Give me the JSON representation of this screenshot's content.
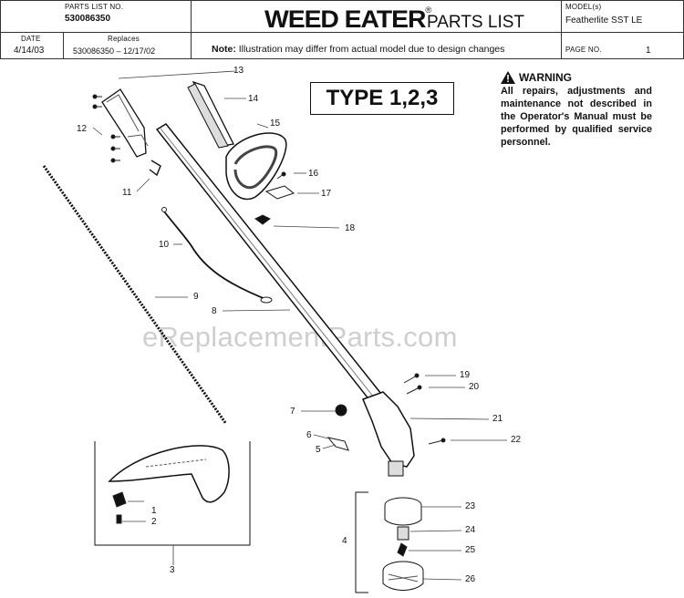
{
  "header": {
    "parts_list_no_label": "PARTS LIST NO.",
    "parts_list_no": "530086350",
    "brand": "WEED EATER",
    "brand_mark": "®",
    "doc_title": "PARTS LIST",
    "model_label": "MODEL(s)",
    "model": "Featherlite SST LE",
    "date_label": "DATE",
    "date": "4/14/03",
    "replaces_label": "Replaces",
    "replaces": "530086350 – 12/17/02",
    "note_label": "Note:",
    "note_text": "Illustration may differ from actual model due to design changes",
    "page_label": "PAGE   NO.",
    "page_no": "1"
  },
  "type_label": "TYPE 1,2,3",
  "warning": {
    "title": "WARNING",
    "body": "All repairs, adjustments and maintenance not described in the Operator's Manual must be performed by qualified service personnel."
  },
  "watermark": "eReplacementParts.com",
  "part_numbers": [
    "1",
    "2",
    "3",
    "4",
    "5",
    "6",
    "7",
    "8",
    "9",
    "10",
    "11",
    "12",
    "13",
    "14",
    "15",
    "16",
    "17",
    "18",
    "19",
    "20",
    "21",
    "22",
    "23",
    "24",
    "25",
    "26"
  ]
}
